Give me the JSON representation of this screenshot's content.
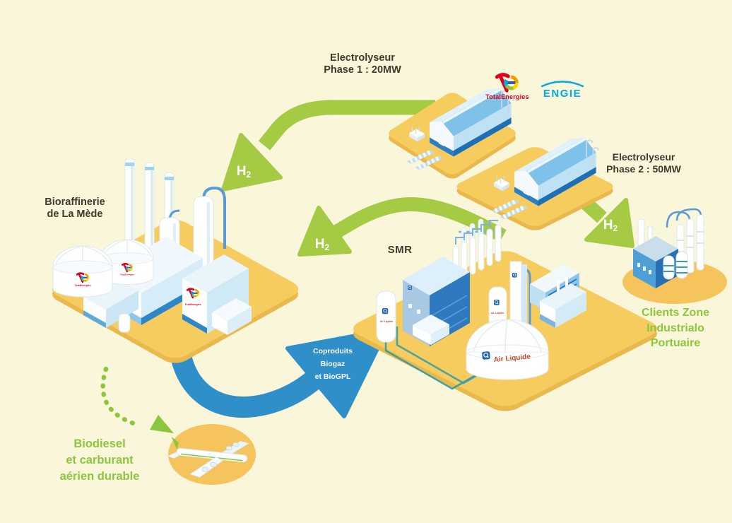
{
  "colors": {
    "background": "#FAF6DA",
    "platform_yellow": "#F6CC5E",
    "platform_shadow": "#E9B94D",
    "arrow_green": "#A5CA43",
    "text_green": "#8CC63E",
    "arrow_blue": "#2E8FC9",
    "text_dark": "#3F3A2D",
    "engie_blue": "#00AAE4",
    "totalenergies_red": "#E1001A",
    "airliquide_blue": "#2468B2",
    "airliquide_red": "#C8452C"
  },
  "labels": {
    "electrolyser1": {
      "line1": "Electrolyseur",
      "line2": "Phase 1 : 20MW"
    },
    "electrolyser2": {
      "line1": "Electrolyseur",
      "line2": "Phase 2 : 50MW"
    },
    "biorefinery": {
      "line1": "Bioraffinerie",
      "line2": "de La Mède"
    },
    "smr": "SMR",
    "clients": {
      "line1": "Clients Zone",
      "line2": "Industrialo",
      "line3": "Portuaire"
    },
    "biodiesel": {
      "line1": "Biodiesel",
      "line2": "et carburant",
      "line3": "aérien durable"
    },
    "coproducts": {
      "line1": "Coproduits",
      "line2": "Biogaz",
      "line3": "et BioGPL"
    },
    "h2": {
      "base": "H",
      "sub": "2"
    }
  },
  "logos": {
    "totalenergies": "TotalEnergies",
    "engie": "ENGIE",
    "airliquide": "Air Liquide"
  }
}
